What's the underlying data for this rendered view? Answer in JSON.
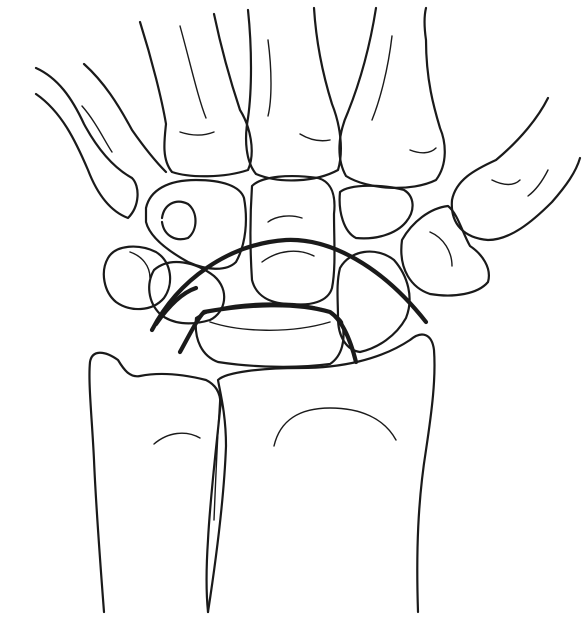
{
  "figure": {
    "subject": "wrist-carpal-bones-line-drawing",
    "arcs": [
      "proximal-carpal-arc",
      "middle-carpal-arc",
      "distal-carpal-arc"
    ],
    "colors": {
      "line": "#1a1a1a",
      "background": "#ffffff"
    }
  }
}
